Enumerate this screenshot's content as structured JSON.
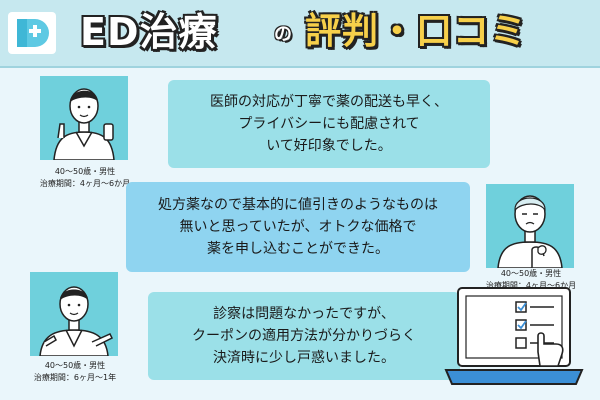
{
  "header": {
    "title_main": "ED治療",
    "title_connector": "の",
    "title_sub": "評判・口コミ",
    "bg_color": "#c6e8ef",
    "accent_color": "#f7d04a"
  },
  "reviews": [
    {
      "lines": [
        "医師の対応が丁寧で薬の配送も早く、",
        "プライバシーにも配慮されて",
        "いて好印象でした。"
      ],
      "age_gender": "40〜50歳・男性",
      "period": "治療期間：4ヶ月〜6か月",
      "avatar_icon": "man-with-smartphone-icon"
    },
    {
      "lines": [
        "処方薬なので基本的に値引きのようなものは",
        "無いと思っていたが、オトクな価格で",
        "薬を申し込むことができた。"
      ],
      "age_gender": "40〜50歳・男性",
      "period": "治療期間：4ヶ月〜6か月",
      "avatar_icon": "man-touching-chest-icon"
    },
    {
      "lines": [
        "診察は問題なかったですが、",
        "クーポンの適用方法が分かりづらく",
        "決済時に少し戸惑いました。"
      ],
      "age_gender": "40〜50歳・男性",
      "period": "治療期間：6ヶ月〜1年",
      "avatar_icon": "man-pointing-icon"
    }
  ],
  "illustration": {
    "icon": "laptop-checklist-icon"
  }
}
